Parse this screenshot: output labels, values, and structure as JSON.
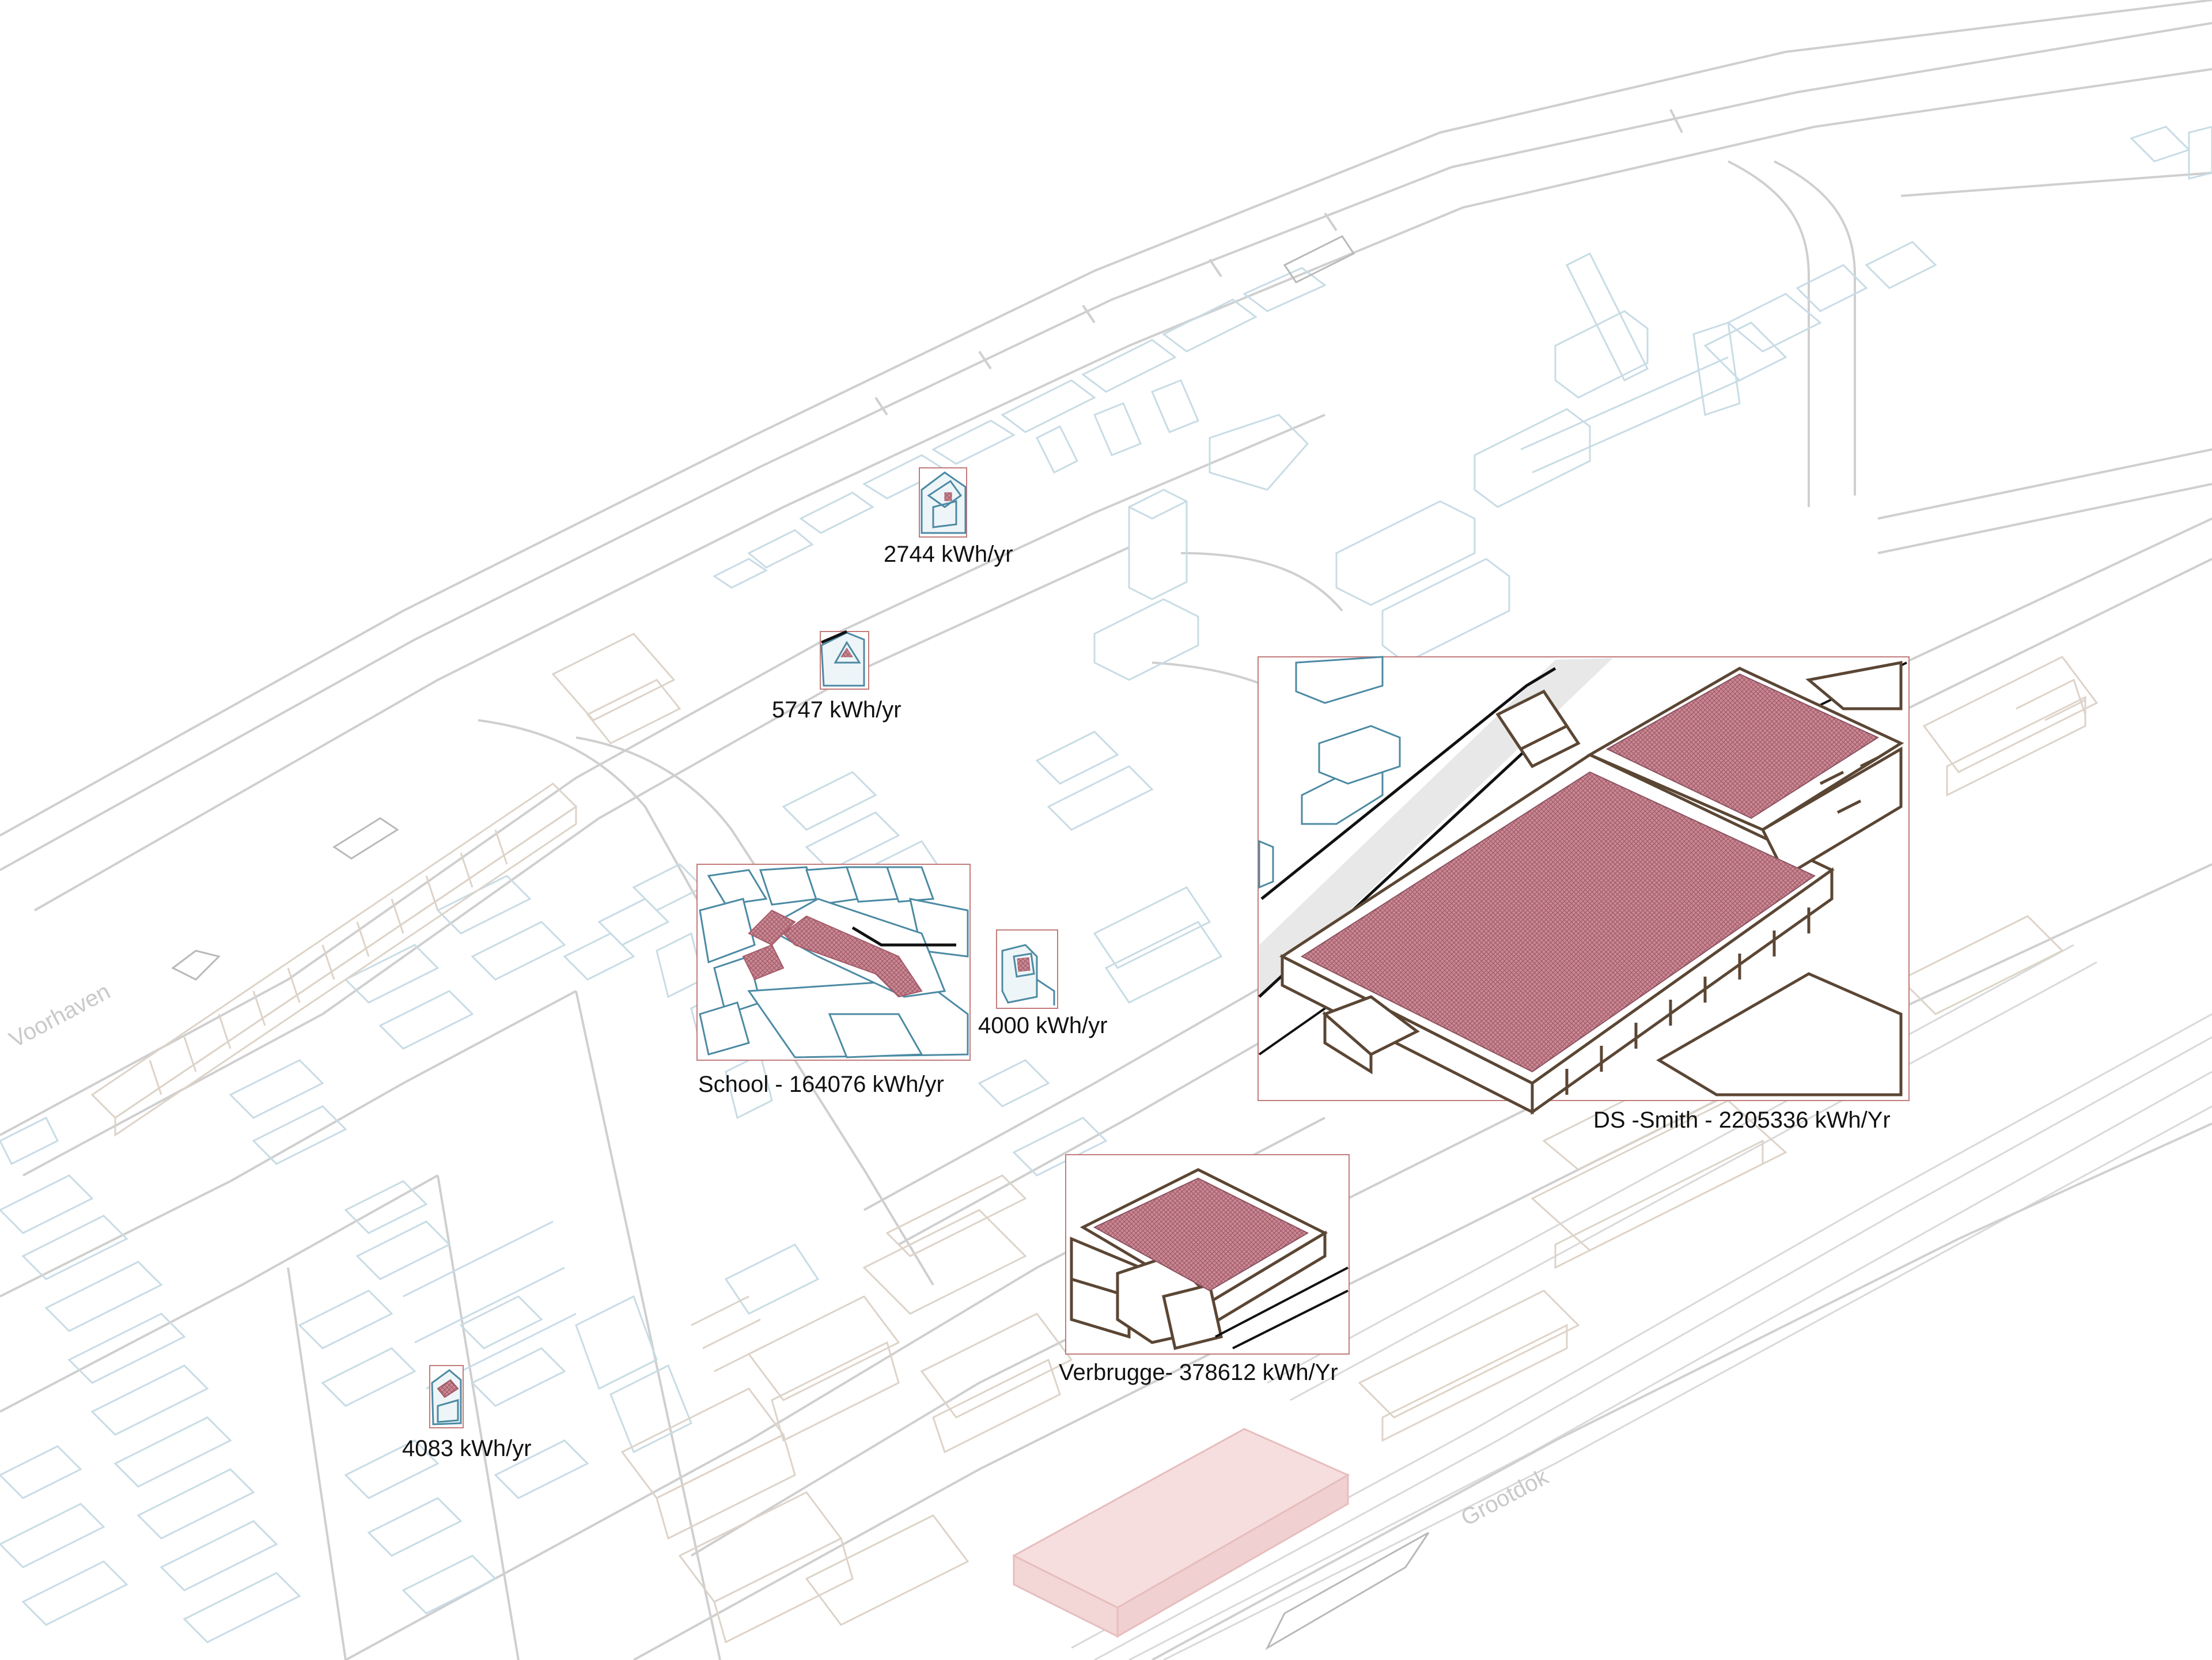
{
  "colors": {
    "street_line": "#cfcfcf",
    "residential": "#b9d3de",
    "residential_highlight": "#4c8aa3",
    "industrial": "#d9cfc4",
    "industrial_highlight": "#5b4634",
    "roof_highlight": "#b9727f",
    "inset_border": "#c37b7b",
    "railway": "#d9d9d9",
    "warehouse_pink": "#f2cfcf"
  },
  "water_labels": {
    "voorhaven": "Voorhaven",
    "grootdok": "Grootdok"
  },
  "insets": [
    {
      "id": "house-1",
      "label": "2744 kWh/yr",
      "style": "residential"
    },
    {
      "id": "house-2",
      "label": "5747 kWh/yr",
      "style": "residential"
    },
    {
      "id": "school",
      "label": "School - 164076 kWh/yr",
      "style": "residential"
    },
    {
      "id": "house-3",
      "label": "4000 kWh/yr",
      "style": "residential"
    },
    {
      "id": "house-4",
      "label": "4083 kWh/yr",
      "style": "residential"
    },
    {
      "id": "ds-smith",
      "label": "DS -Smith - 2205336 kWh/Yr",
      "style": "industrial"
    },
    {
      "id": "verbrugge",
      "label": "Verbrugge- 378612 kWh/Yr",
      "style": "industrial"
    }
  ]
}
